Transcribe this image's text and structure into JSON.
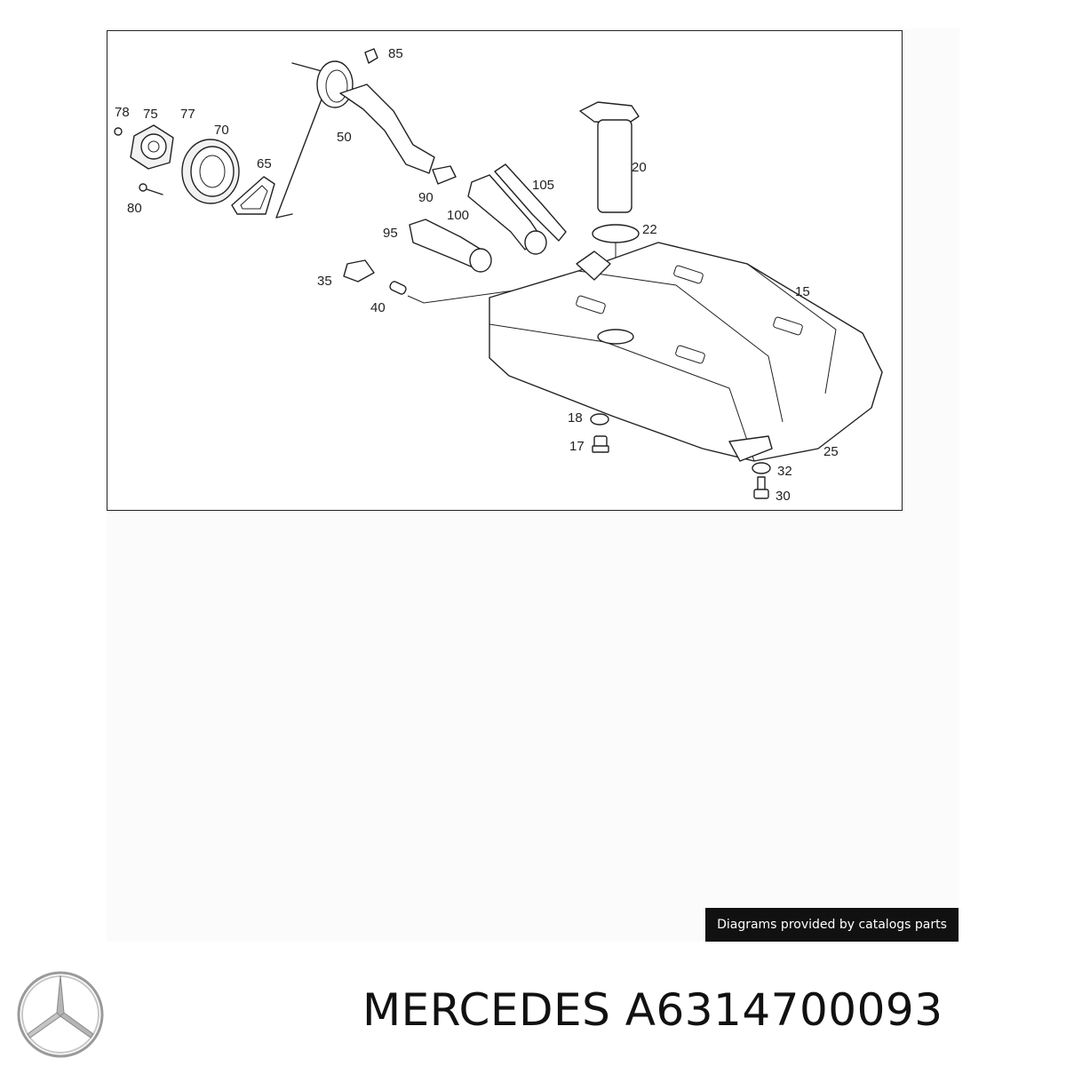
{
  "diagram": {
    "callouts": [
      {
        "id": "c85",
        "label": "85"
      },
      {
        "id": "c78",
        "label": "78"
      },
      {
        "id": "c75",
        "label": "75"
      },
      {
        "id": "c77",
        "label": "77"
      },
      {
        "id": "c70",
        "label": "70"
      },
      {
        "id": "c50",
        "label": "50"
      },
      {
        "id": "c65",
        "label": "65"
      },
      {
        "id": "c20",
        "label": "20"
      },
      {
        "id": "c80",
        "label": "80"
      },
      {
        "id": "c90",
        "label": "90"
      },
      {
        "id": "c105",
        "label": "105"
      },
      {
        "id": "c100",
        "label": "100"
      },
      {
        "id": "c22",
        "label": "22"
      },
      {
        "id": "c95",
        "label": "95"
      },
      {
        "id": "c35",
        "label": "35"
      },
      {
        "id": "c15",
        "label": "15"
      },
      {
        "id": "c40",
        "label": "40"
      },
      {
        "id": "c18",
        "label": "18"
      },
      {
        "id": "c17",
        "label": "17"
      },
      {
        "id": "c25",
        "label": "25"
      },
      {
        "id": "c32",
        "label": "32"
      },
      {
        "id": "c30",
        "label": "30"
      }
    ]
  },
  "credit_text": "Diagrams provided by catalogs parts",
  "footer": {
    "brand": "MERCEDES",
    "part_number": "A6314700093",
    "logo_icon": "mercedes-star-icon"
  }
}
